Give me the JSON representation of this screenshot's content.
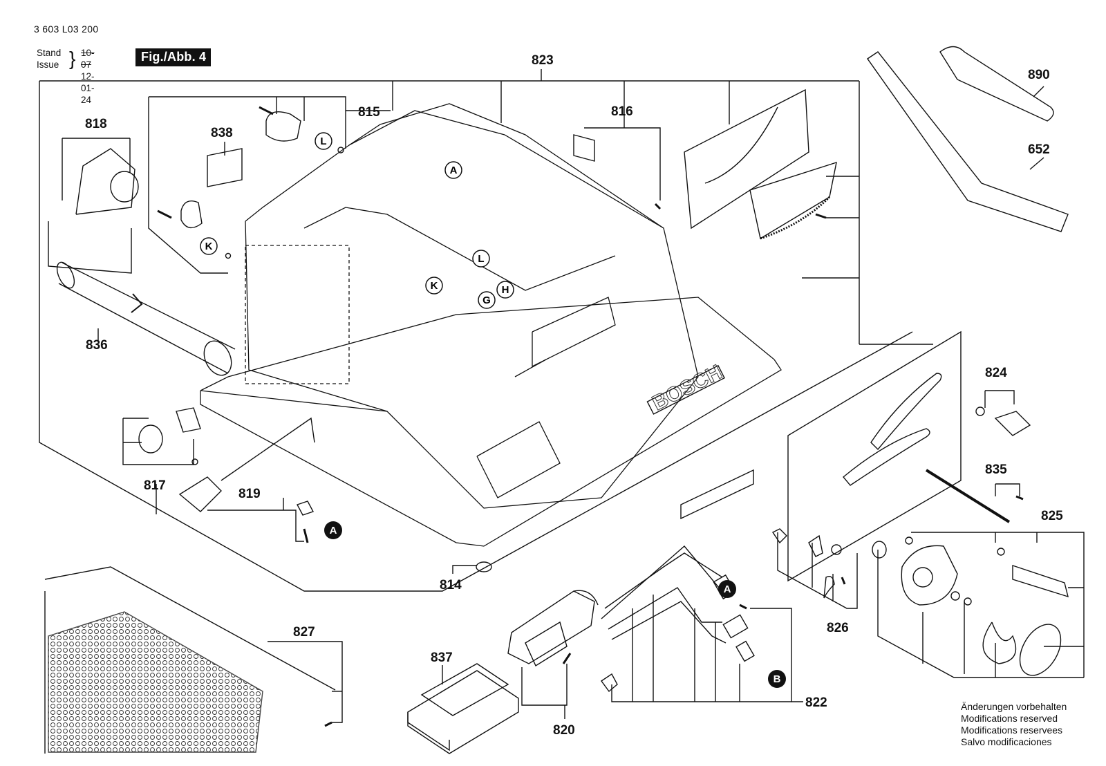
{
  "header": {
    "doc_number": "3 603 L03 200",
    "stand_label": "Stand",
    "issue_label": "Issue",
    "old_date": "10-07",
    "new_date": "12-01-24",
    "figure_label": "Fig./Abb. 4"
  },
  "part_numbers": {
    "p652": "652",
    "p814": "814",
    "p815": "815",
    "p816": "816",
    "p817": "817",
    "p818": "818",
    "p819": "819",
    "p820": "820",
    "p822": "822",
    "p823": "823",
    "p824": "824",
    "p825": "825",
    "p826": "826",
    "p827": "827",
    "p835": "835",
    "p836": "836",
    "p837": "837",
    "p838": "838",
    "p890": "890"
  },
  "reference_letters": {
    "a": "A",
    "b": "B",
    "g": "G",
    "h": "H",
    "k": "K",
    "l": "L"
  },
  "brand": "BOSCH",
  "notice": {
    "line1": "Änderungen vorbehalten",
    "line2": "Modifications reserved",
    "line3": "Modifications reservees",
    "line4": "Salvo modificaciones"
  }
}
